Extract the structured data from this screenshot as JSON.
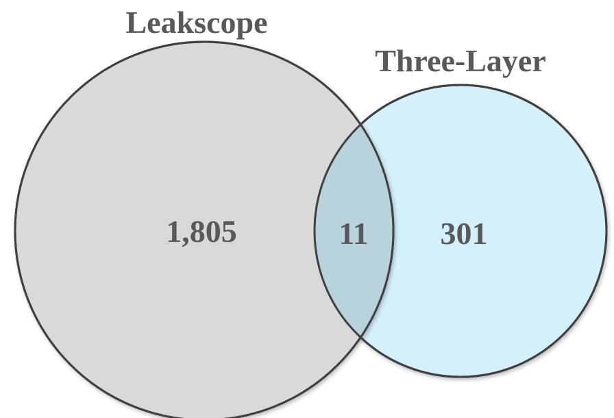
{
  "sets": {
    "left": {
      "label": "Leakscope",
      "fill": "#d9d9d9",
      "stroke": "#404040"
    },
    "right": {
      "label": "Three-Layer",
      "fill": "#d4f0fa",
      "stroke": "#404040"
    }
  },
  "overlap_fill": "#b9d3dd",
  "regions": {
    "left_only": "1,805",
    "both": "11",
    "right_only": "301"
  }
}
